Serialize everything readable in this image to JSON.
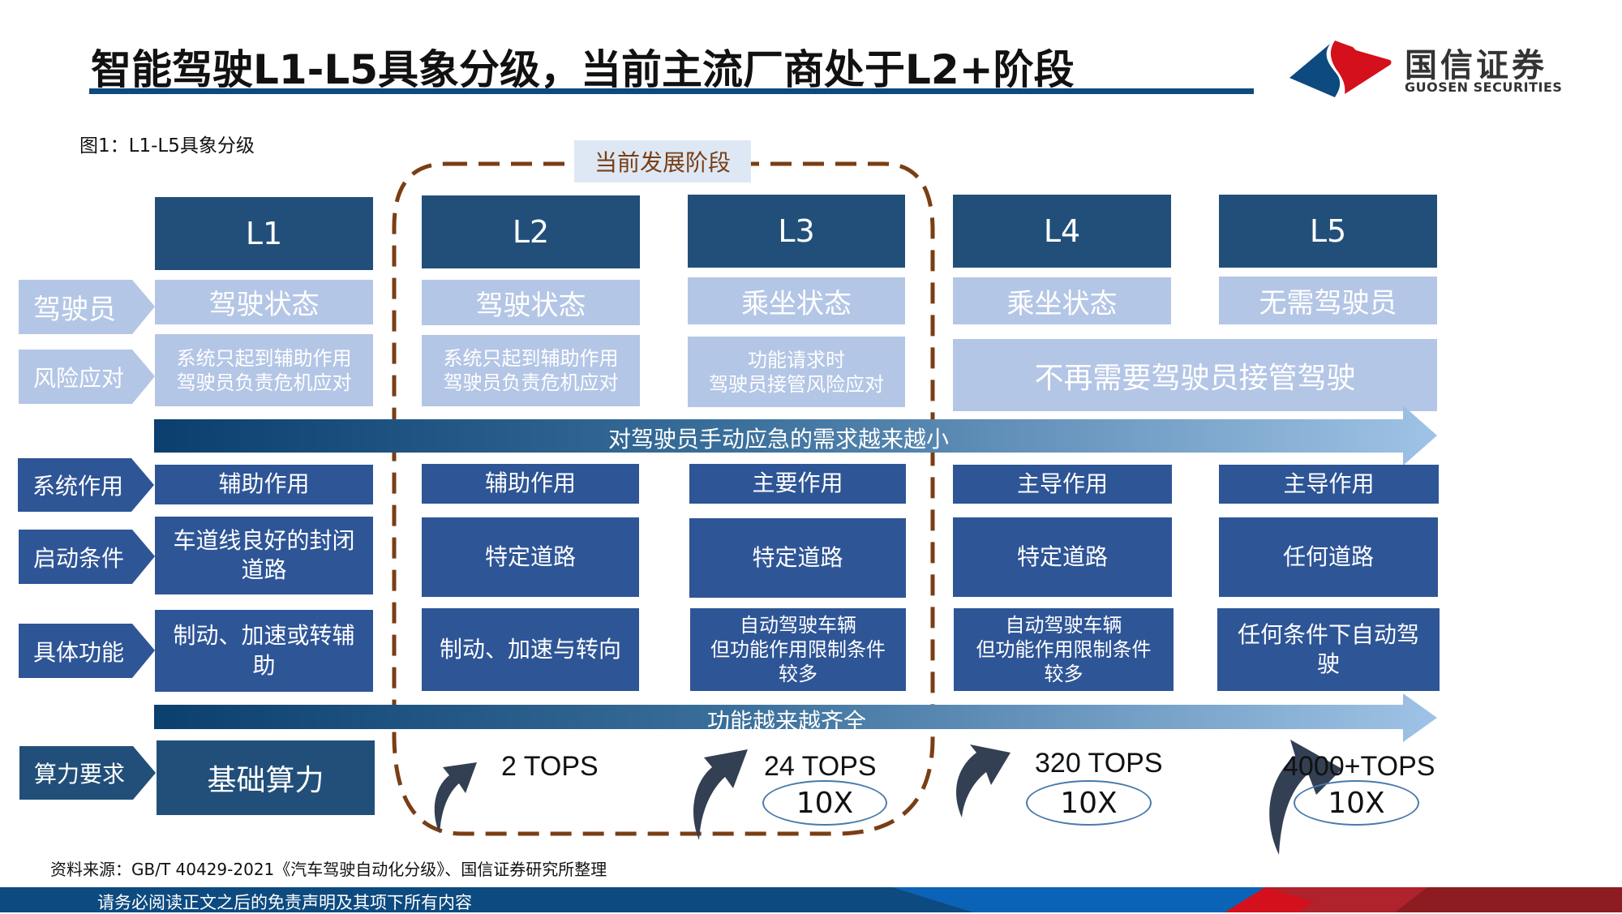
{
  "header": {
    "title": "智能驾驶L1-L5具象分级，当前主流厂商处于L2+阶段",
    "logo_cn": "国信证券",
    "logo_en": "GUOSEN SECURITIES"
  },
  "figure": {
    "label": "图1：L1-L5具象分级",
    "current_stage_label": "当前发展阶段",
    "levels": [
      "L1",
      "L2",
      "L3",
      "L4",
      "L5"
    ],
    "rows": {
      "driver": {
        "label": "驾驶员",
        "values": [
          "驾驶状态",
          "驾驶状态",
          "乘坐状态",
          "乘坐状态",
          "无需驾驶员"
        ]
      },
      "risk": {
        "label": "风险应对",
        "values": [
          [
            "系统只起到辅助作用",
            "驾驶员负责危机应对"
          ],
          [
            "系统只起到辅助作用",
            "驾驶员负责危机应对"
          ],
          [
            "功能请求时",
            "驾驶员接管风险应对"
          ]
        ],
        "merged_l4_l5": "不再需要驾驶员接管驾驶"
      },
      "band1": "对驾驶员手动应急的需求越来越小",
      "system_role": {
        "label": "系统作用",
        "values": [
          "辅助作用",
          "辅助作用",
          "主要作用",
          "主导作用",
          "主导作用"
        ]
      },
      "start_condition": {
        "label": "启动条件",
        "values": [
          [
            "车道线良好的封闭",
            "道路"
          ],
          [
            "特定道路"
          ],
          [
            "特定道路"
          ],
          [
            "特定道路"
          ],
          [
            "任何道路"
          ]
        ]
      },
      "function": {
        "label": "具体功能",
        "values": [
          [
            "制动、加速或转辅",
            "助"
          ],
          [
            "制动、加速与转向"
          ],
          [
            "自动驾驶车辆",
            "但功能作用限制条件",
            "较多"
          ],
          [
            "自动驾驶车辆",
            "但功能作用限制条件",
            "较多"
          ],
          [
            "任何条件下自动驾",
            "驶"
          ]
        ]
      },
      "band2": "功能越来越齐全",
      "compute": {
        "label": "算力要求",
        "l1": "基础算力",
        "values": [
          "2  TOPS",
          "24  TOPS",
          "320  TOPS",
          "4000+TOPS"
        ],
        "multipliers": [
          "10X",
          "10X",
          "10X"
        ]
      }
    }
  },
  "source": "资料来源：GB/T 40429-2021《汽车驾驶自动化分级》、国信证券研究所整理",
  "footer": {
    "disclaimer": "请务必阅读正文之后的免责声明及其项下所有内容"
  },
  "colors": {
    "header_navy": "#214f79",
    "light_blue": "#b4c6e6",
    "mid_blue": "#2e5596",
    "dashed_brown": "#7a3e14",
    "brand_red": "#d3101b",
    "brand_blue": "#0d4a7f"
  }
}
